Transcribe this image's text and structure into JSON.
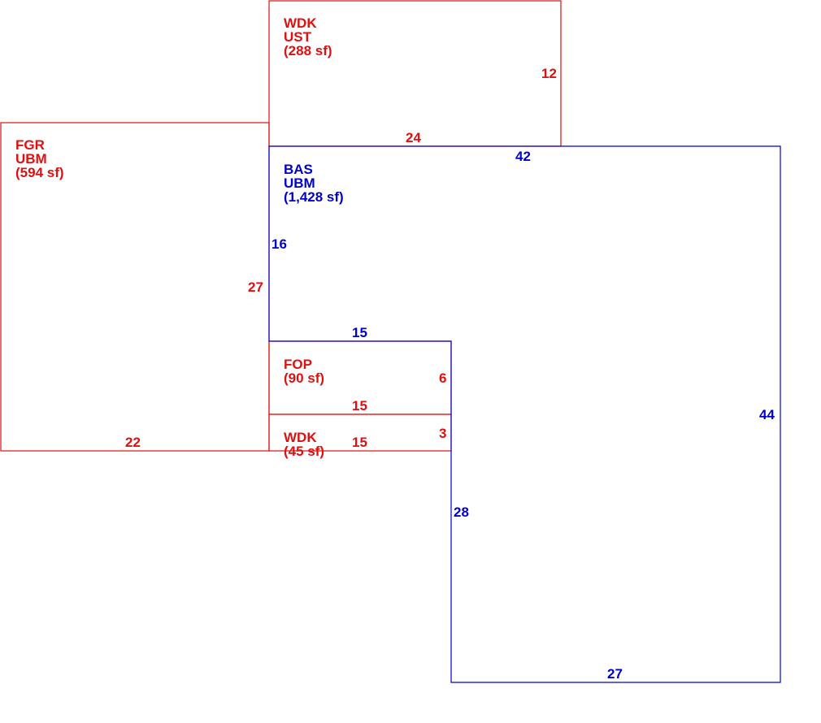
{
  "colors": {
    "addition": "#dd1111",
    "base": "#0000cc"
  },
  "areas": {
    "bas": {
      "code": "BAS",
      "class": "UBM",
      "area": "(1,428 sf)"
    },
    "fgr": {
      "code": "FGR",
      "class": "UBM",
      "area": "(594 sf)"
    },
    "wdk_ust": {
      "code": "WDK",
      "class": "UST",
      "area": "(288 sf)"
    },
    "fop": {
      "code": "FOP",
      "area": "(90 sf)"
    },
    "wdk": {
      "code": "WDK",
      "area": "(45 sf)"
    }
  },
  "dimensions": {
    "wdk_ust_right": "12",
    "wdk_ust_bottom": "24",
    "bas_top": "42",
    "bas_left": "16",
    "bas_right": "44",
    "bas_bottom": "27",
    "bas_inner_left": "28",
    "bas_notch_top": "15",
    "fgr_right": "27",
    "fgr_bottom": "22",
    "fop_right": "6",
    "fop_bottom": "15",
    "wdk_right": "3",
    "wdk_bottom": "15"
  }
}
